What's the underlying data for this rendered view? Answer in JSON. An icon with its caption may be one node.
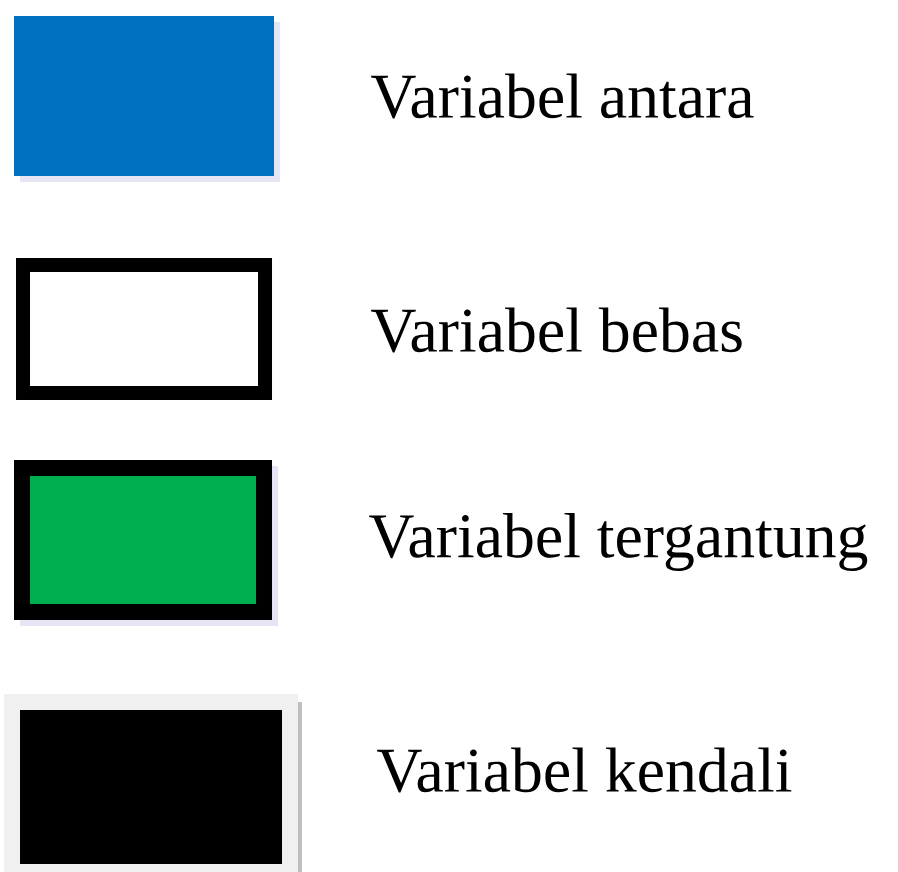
{
  "diagram": {
    "legend": [
      {
        "text": "Variabel antara",
        "color": "#0070c0"
      },
      {
        "text": "Variabel bebas"
      },
      {
        "text": "Variabel tergantung",
        "color": "#00b050"
      },
      {
        "text": "Variabel kendali",
        "color": "#000000"
      }
    ]
  }
}
